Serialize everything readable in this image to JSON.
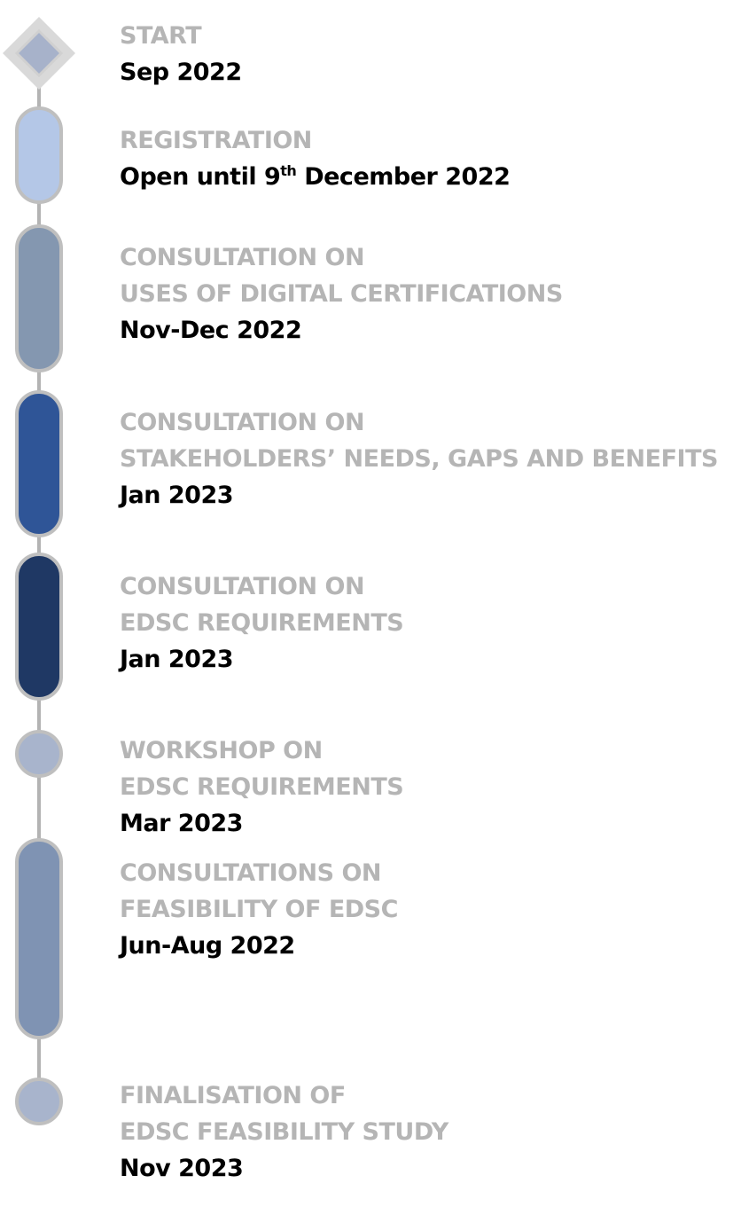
{
  "colors": {
    "connector": "#b3b3b3",
    "marker_border": "#bfbfbf",
    "title_text": "#b5b5b5",
    "date_text": "#000000"
  },
  "milestones": [
    {
      "id": "start",
      "marker": "diamond",
      "fill": "#a7b2ca",
      "title_lines": [
        "START"
      ],
      "date": "Sep 2022"
    },
    {
      "id": "registration",
      "marker": "pill",
      "fill": "#b4c7e7",
      "title_lines": [
        "REGISTRATION"
      ],
      "date_prefix": "Open until 9",
      "date_sup": "th",
      "date_suffix": " December 2022"
    },
    {
      "id": "consultation-uses",
      "marker": "pill",
      "fill": "#8497b0",
      "title_lines": [
        "CONSULTATION ON",
        "USES OF DIGITAL CERTIFICATIONS"
      ],
      "date": "Nov-Dec 2022"
    },
    {
      "id": "consultation-needs",
      "marker": "pill",
      "fill": "#2f5597",
      "title_lines": [
        "CONSULTATION ON",
        "STAKEHOLDERS’ NEEDS, GAPS AND BENEFITS"
      ],
      "date": "Jan 2023"
    },
    {
      "id": "consultation-requirements",
      "marker": "pill",
      "fill": "#1f3864",
      "title_lines": [
        "CONSULTATION ON",
        "EDSC REQUIREMENTS"
      ],
      "date": "Jan 2023"
    },
    {
      "id": "workshop-requirements",
      "marker": "circle",
      "fill": "#a8b4cc",
      "title_lines": [
        "WORKSHOP ON",
        "EDSC REQUIREMENTS"
      ],
      "date": "Mar 2023"
    },
    {
      "id": "consultations-feasibility",
      "marker": "pill",
      "fill": "#7f93b3",
      "title_lines": [
        "CONSULTATIONS ON",
        "FEASIBILITY OF EDSC"
      ],
      "date": "Jun-Aug 2022"
    },
    {
      "id": "finalisation",
      "marker": "circle",
      "fill": "#a8b4cc",
      "title_lines": [
        "FINALISATION OF",
        "EDSC FEASIBILITY STUDY"
      ],
      "date": "Nov 2023"
    }
  ]
}
